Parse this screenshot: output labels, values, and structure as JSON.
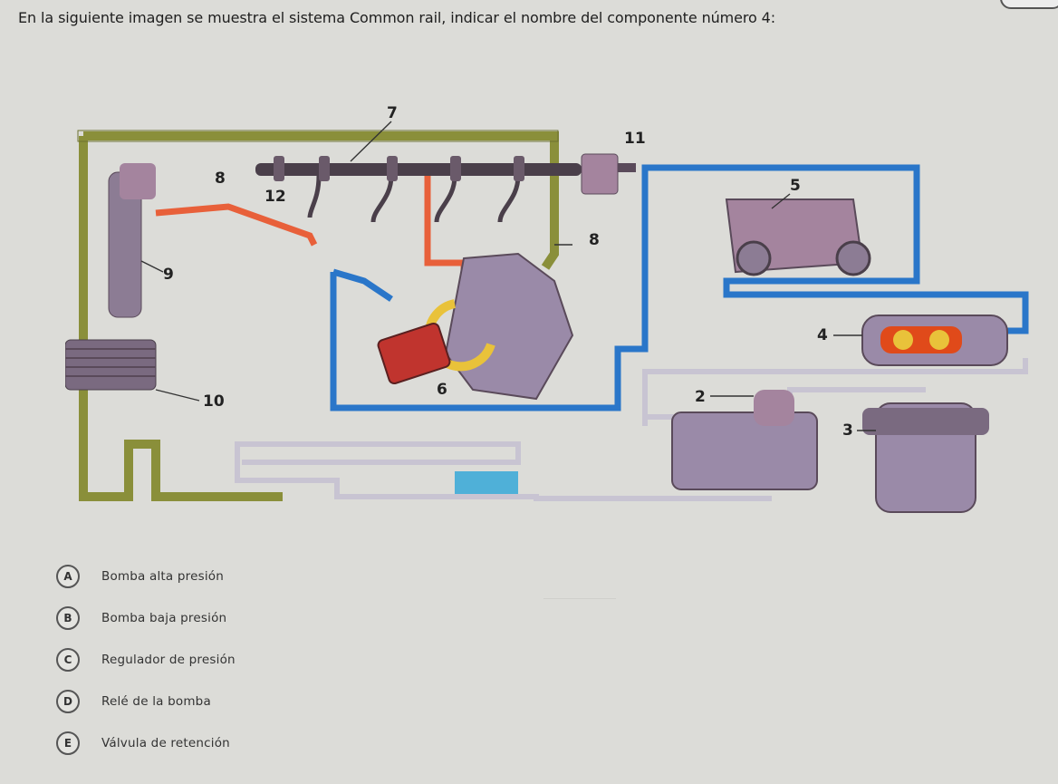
{
  "question": {
    "text": "En la siguiente imagen se muestra el sistema Common rail, indicar el nombre del componente número 4:"
  },
  "diagram": {
    "labels": [
      "7",
      "11",
      "8",
      "12",
      "5",
      "8",
      "9",
      "4",
      "6",
      "2",
      "10",
      "3"
    ],
    "colors": {
      "return_line": "#8a8f3a",
      "high_pressure": "#e8603a",
      "low_pressure": "#2a76c9",
      "rail": "#4a3f4a",
      "component": "#9a8aa8",
      "sensor_body": "#a4849e"
    }
  },
  "options": [
    {
      "letter": "A",
      "text": "Bomba alta presión"
    },
    {
      "letter": "B",
      "text": "Bomba baja presión"
    },
    {
      "letter": "C",
      "text": "Regulador de presión"
    },
    {
      "letter": "D",
      "text": "Relé de la bomba"
    },
    {
      "letter": "E",
      "text": "Válvula de retención"
    }
  ]
}
